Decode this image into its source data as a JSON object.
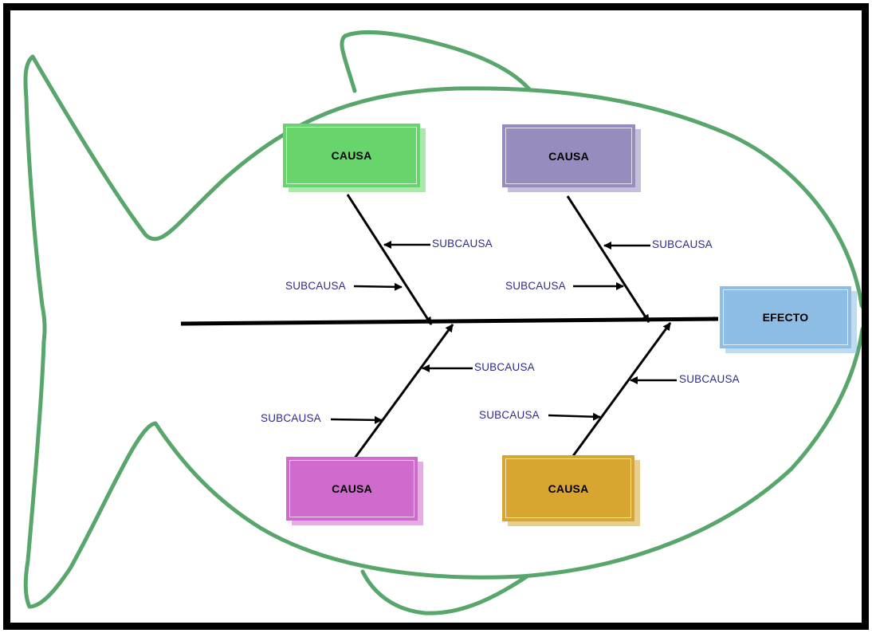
{
  "colors": {
    "fish_outline": "#58a66b",
    "cause_top_left": "#67d56c",
    "cause_top_right": "#988bbd",
    "cause_bottom_left": "#cf6bcc",
    "cause_bottom_right": "#d8a531",
    "effect": "#8dbde4",
    "arrows": "#000000",
    "subcause_text": "#2e2a8f"
  },
  "effect": {
    "label": "EFECTO"
  },
  "causes": [
    {
      "label": "CAUSA"
    },
    {
      "label": "CAUSA"
    },
    {
      "label": "CAUSA"
    },
    {
      "label": "CAUSA"
    }
  ],
  "subcauses": {
    "top_left": [
      "SUBCAUSA",
      "SUBCAUSA"
    ],
    "top_right": [
      "SUBCAUSA",
      "SUBCAUSA"
    ],
    "bottom_left": [
      "SUBCAUSA",
      "SUBCAUSA"
    ],
    "bottom_right": [
      "SUBCAUSA",
      "SUBCAUSA"
    ]
  }
}
